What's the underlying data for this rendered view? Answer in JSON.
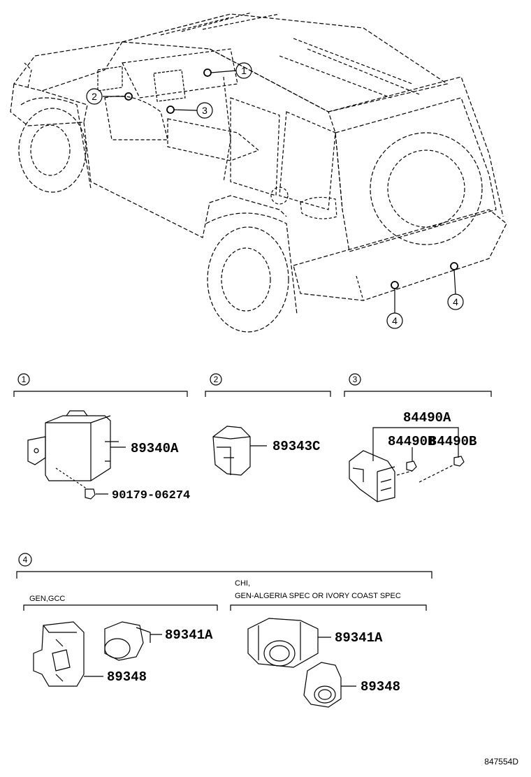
{
  "callouts": {
    "c1": "1",
    "c2": "2",
    "c3": "3",
    "c4a": "4",
    "c4b": "4"
  },
  "sections": {
    "s1": {
      "number": "1",
      "parts": {
        "module": "89340A",
        "bolt": "90179-06274"
      }
    },
    "s2": {
      "number": "2",
      "parts": {
        "buzzer": "89343C"
      }
    },
    "s3": {
      "number": "3",
      "parts": {
        "switch": "84490A",
        "bulb_left": "84490B",
        "bulb_right": "84490B"
      }
    },
    "s4": {
      "number": "4",
      "left": {
        "spec": "GEN,GCC",
        "sensor": "89341A",
        "retainer": "89348"
      },
      "right": {
        "spec_line1": "CHI,",
        "spec_line2": "GEN-ALGERIA SPEC OR IVORY COAST  SPEC",
        "sensor": "89341A",
        "retainer": "89348"
      }
    }
  },
  "drawing_ref": "847554D"
}
